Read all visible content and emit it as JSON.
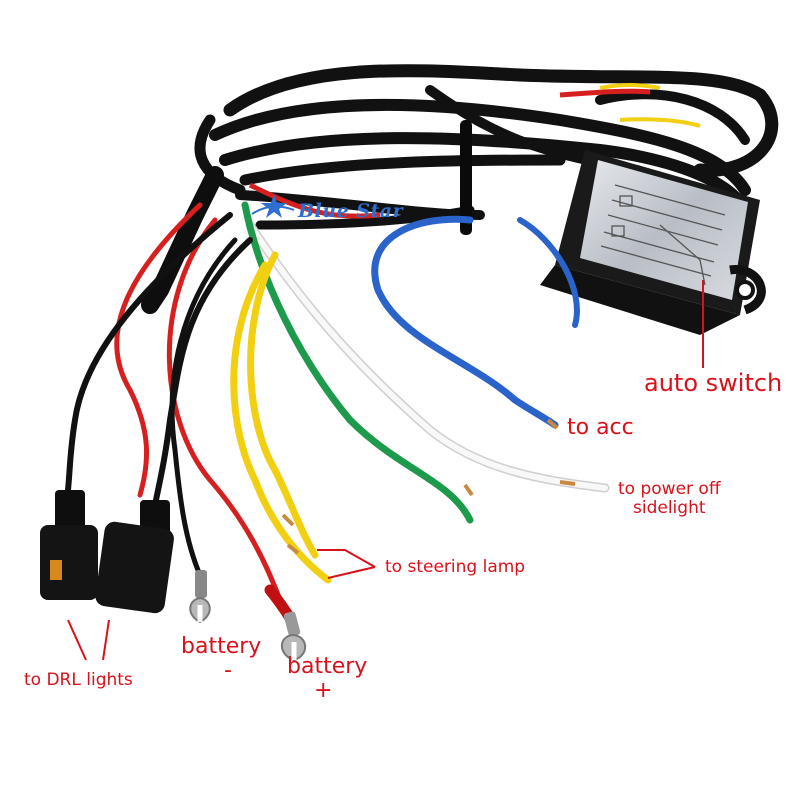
{
  "brand": {
    "name": "Blue Star",
    "icon": "star-swoosh-icon"
  },
  "labels": {
    "auto_switch": "auto switch",
    "to_acc": "to acc",
    "to_power_off_1": "to power off",
    "to_power_off_2": "sidelight",
    "to_steering_lamp": "to steering lamp",
    "battery_minus": "battery",
    "battery_minus_sign": "-",
    "battery_plus": "battery",
    "battery_plus_sign": "+",
    "to_drl_lights": "to DRL lights"
  },
  "colors": {
    "label_red": "#d8121b",
    "wire_black": "#111111",
    "wire_red": "#d62020",
    "wire_yellow": "#f2cf10",
    "wire_green": "#1d9a4c",
    "wire_white": "#f4f4f4",
    "wire_blue": "#2a63c9",
    "box": "#1c1c1c",
    "brand_blue": "#2d6fd1"
  }
}
